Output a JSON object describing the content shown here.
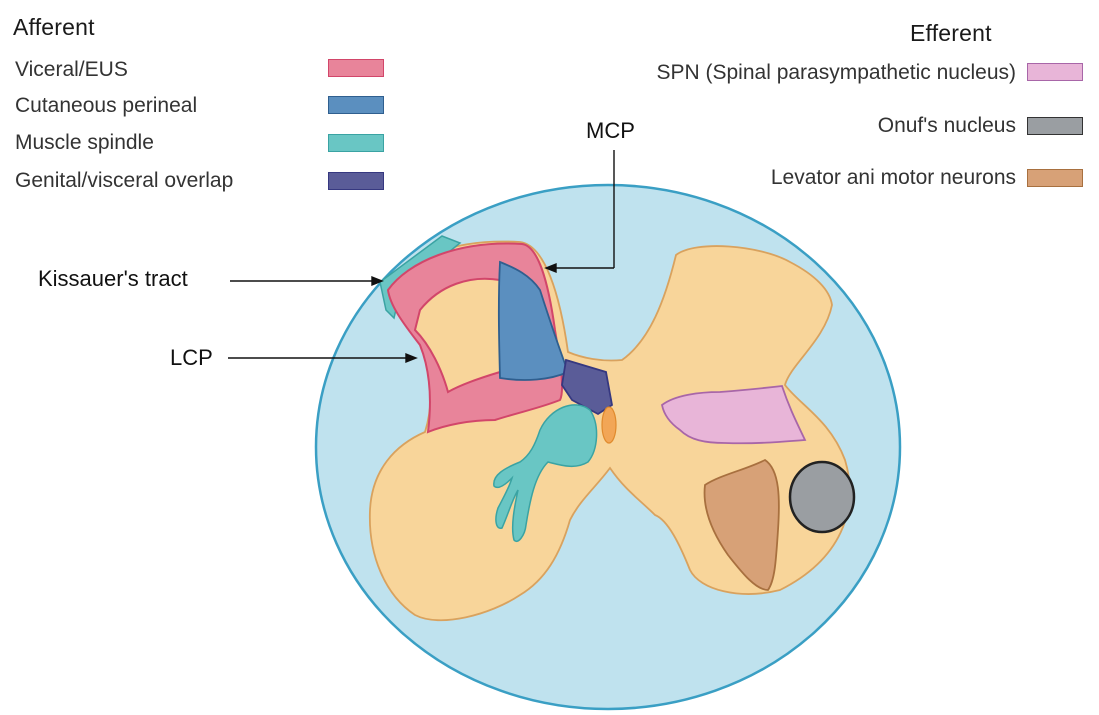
{
  "afferent": {
    "heading": "Afferent",
    "items": [
      {
        "label": "Viceral/EUS",
        "color": "#e8849a",
        "border": "#d2466a"
      },
      {
        "label": "Cutaneous perineal",
        "color": "#5b8fbf",
        "border": "#2f5f8f"
      },
      {
        "label": "Muscle spindle",
        "color": "#69c6c4",
        "border": "#3aa3a3"
      },
      {
        "label": "Genital/visceral overlap",
        "color": "#5a5c98",
        "border": "#363880"
      }
    ]
  },
  "efferent": {
    "heading": "Efferent",
    "items": [
      {
        "label": "SPN (Spinal parasympathetic nucleus)",
        "color": "#e8b5d8",
        "border": "#a866a8"
      },
      {
        "label": "Onuf's nucleus",
        "color": "#9a9ea2",
        "border": "#333333"
      },
      {
        "label": "Levator ani motor neurons",
        "color": "#d7a177",
        "border": "#a8703f"
      }
    ]
  },
  "callouts": {
    "mcp": "MCP",
    "kissauer": "Kissauer's tract",
    "lcp": "LCP"
  },
  "colors": {
    "white_matter": "#bfe2ee",
    "white_matter_border": "#3a9fc4",
    "gray_matter": "#f8d59a",
    "gray_matter_border": "#d9a25e",
    "central_canal": "#f2a656"
  }
}
